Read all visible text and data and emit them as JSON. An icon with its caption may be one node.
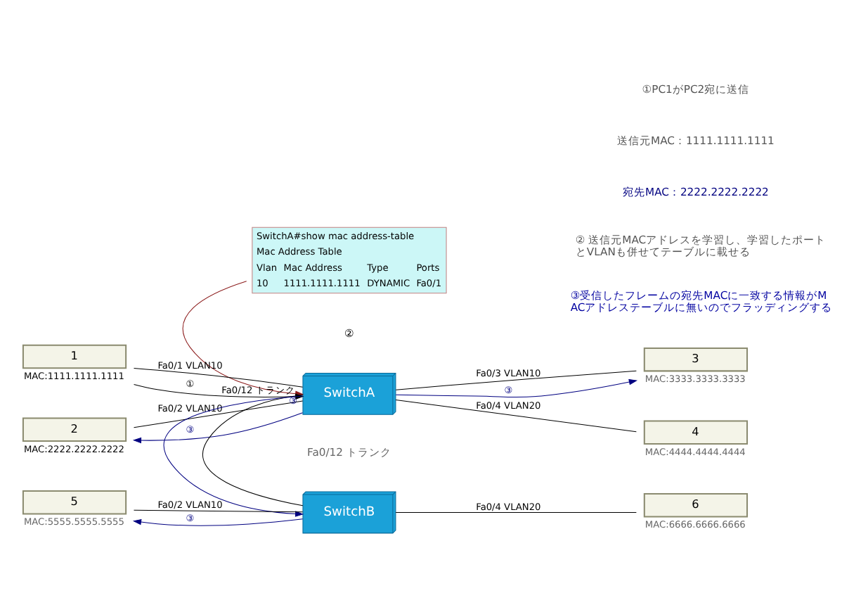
{
  "diagram": {
    "nodes": [
      {
        "text": [
          "SwitchA#show mac address-table",
          "Mac Address Table",
          "Vlan",
          "Mac Address",
          "Type",
          "Ports",
          "10",
          "1111.1111.1111",
          "DYNAMIC",
          "Fa0/1"
        ]
      },
      {
        "text": [
          "1"
        ],
        "beside": [
          "MAC:1111.1111.1111"
        ]
      },
      {
        "text": [
          "2"
        ],
        "beside": [
          "MAC:2222.2222.2222"
        ]
      },
      {
        "text": [
          "SwitchA"
        ]
      },
      {
        "text": [
          "3"
        ],
        "beside": [
          "MAC:3333.3333.3333"
        ]
      },
      {
        "text": [
          "4"
        ],
        "beside": [
          "MAC:4444.4444.4444"
        ]
      },
      {
        "text": [
          "5"
        ],
        "beside": [
          "MAC:5555.5555.5555"
        ]
      },
      {
        "text": [
          "SwitchB"
        ]
      },
      {
        "text": [
          "6"
        ],
        "beside": [
          "MAC:6666.6666.6666"
        ]
      }
    ],
    "edges": [
      {
        "from": 0,
        "to": 3,
        "arrow": "to",
        "color": "#8b1a1a"
      },
      {
        "from": 1,
        "to": 3,
        "arrow": "none",
        "label": "Fa0/1 VLAN10"
      },
      {
        "from": 1,
        "to": 3,
        "arrow": "to",
        "label": "①"
      },
      {
        "from": 3,
        "to": 2,
        "arrow": "none",
        "label": "Fa0/2 VLAN10"
      },
      {
        "from": 3,
        "to": 2,
        "arrow": "to",
        "label": "③",
        "color": "#000080"
      },
      {
        "from": 3,
        "to": 4,
        "arrow": "none",
        "label": "Fa0/3 VLAN10"
      },
      {
        "from": 3,
        "to": 4,
        "arrow": "to",
        "label": "③",
        "color": "#000080"
      },
      {
        "from": 3,
        "to": 5,
        "arrow": "none",
        "label": "Fa0/4 VLAN20"
      },
      {
        "from": 3,
        "to": 7,
        "arrow": "none",
        "label": "Fa0/12 トランク"
      },
      {
        "from": 3,
        "to": 7,
        "arrow": "to",
        "label": "③",
        "color": "#000080"
      },
      {
        "from": 7,
        "to": 6,
        "arrow": "none",
        "label": "Fa0/2 VLAN10"
      },
      {
        "from": 7,
        "to": 6,
        "arrow": "to",
        "label": "③",
        "color": "#000080"
      },
      {
        "from": 7,
        "to": 8,
        "arrow": "none",
        "label": "Fa0/4 VLAN20"
      }
    ],
    "labels": [
      "①PC1がPC2宛に送信",
      "送信元MAC：1111.1111.1111",
      "宛先MAC：2222.2222.2222",
      "② 送信元MACアドレスを学習し、学習したポートとVLANも併せてテーブルに載せる",
      "③受信したフレームの宛先MACに一致する情報がMACアドレステーブルに無いのでフラッディングする",
      "②",
      "Fa0/12 トランク"
    ]
  }
}
